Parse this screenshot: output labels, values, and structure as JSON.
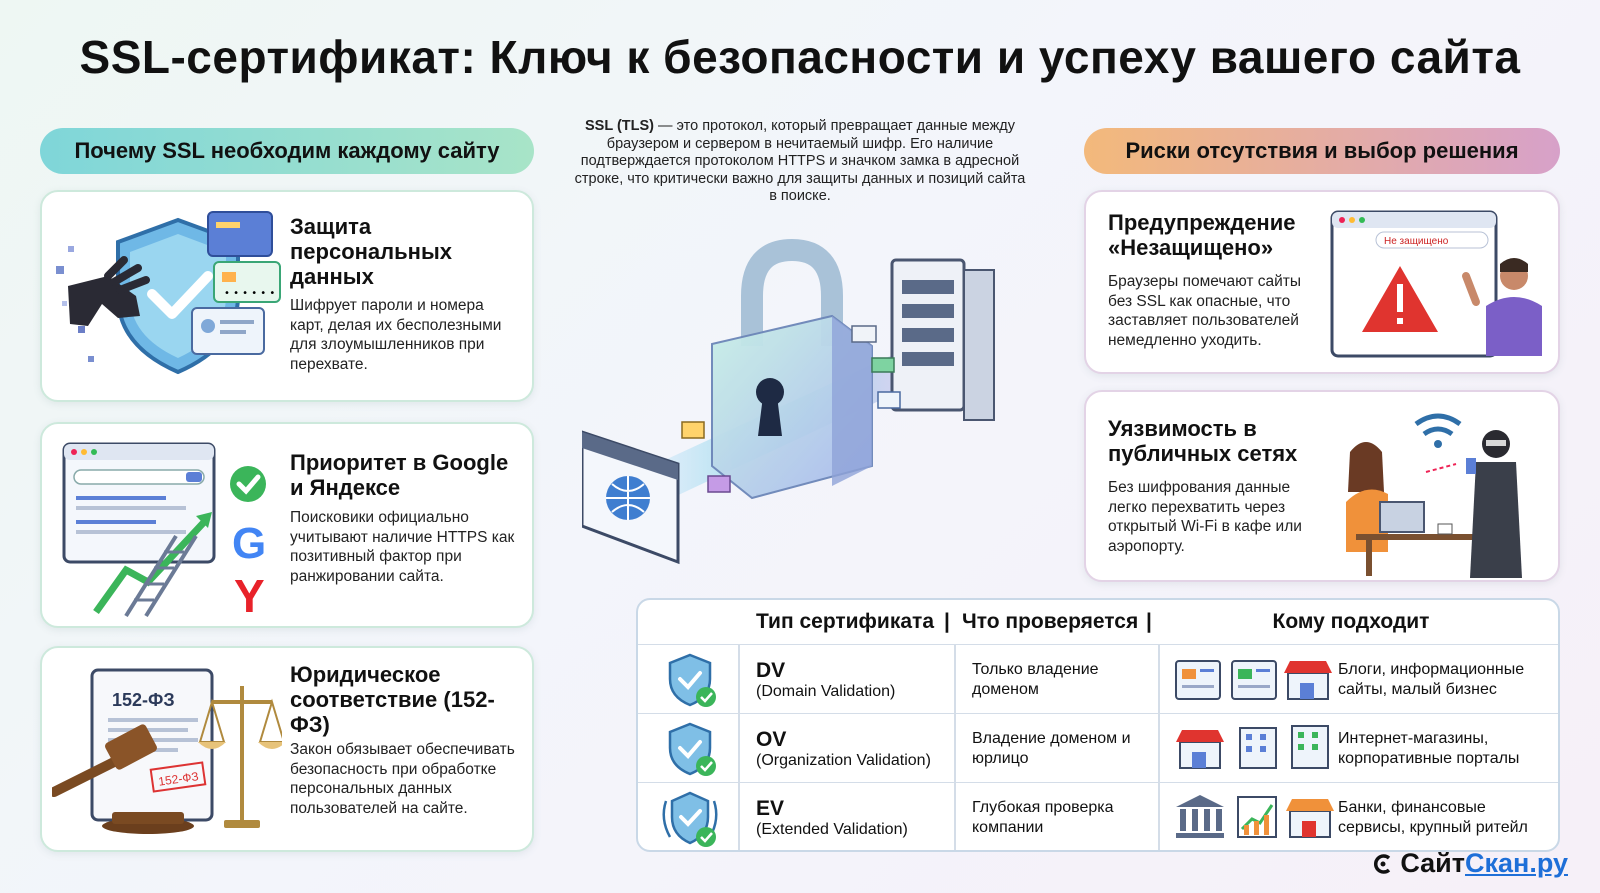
{
  "title": "SSL-сертификат: Ключ к безопасности и успеху вашего сайта",
  "left_heading": "Почему SSL необходим каждому сайту",
  "right_heading": "Риски отсутствия и выбор решения",
  "intro": {
    "lead": "SSL (TLS)",
    "text": " — это протокол, который превращает данные между браузером и сервером в нечитаемый шифр. Его наличие подтверждается протоколом HTTPS и значком замка в адресной строке, что критически важно для защиты данных и позиций сайта в поиске."
  },
  "benefits": [
    {
      "title": "Защита персональных данных",
      "text": "Шифрует пароли и номера карт, делая их бесполезными для злоумышленников при перехвате."
    },
    {
      "title": "Приоритет в Google и Яндексе",
      "text": "Поисковики официально учитывают наличие HTTPS как позитивный фактор при ранжировании сайта."
    },
    {
      "title": "Юридическое соответствие (152-ФЗ)",
      "text": "Закон обязывает обеспечивать безопасность при обработке персональных данных пользователей на сайте."
    }
  ],
  "risks": [
    {
      "title": "Предупреждение «Незащищено»",
      "text": "Браузеры помечают сайты без SSL как опасные, что заставляет пользователей немедленно уходить."
    },
    {
      "title": "Уязвимость в публичных сетях",
      "text": "Без шифрования данные легко перехватить через открытый Wi-Fi в кафе или аэропорту."
    }
  ],
  "art_labels": {
    "law_doc": "152-ФЗ",
    "law_stamp": "152-ФЗ",
    "browser_warning": "Не защищено"
  },
  "table": {
    "headers": [
      "Тип сертификата",
      "Что проверяется",
      "Кому подходит"
    ],
    "rows": [
      {
        "code": "DV",
        "name": "(Domain Validation)",
        "checks": "Только владение доменом",
        "fits": "Блоги, информационные сайты, малый бизнес"
      },
      {
        "code": "OV",
        "name": "(Organization Validation)",
        "checks": "Владение доменом и юрлицо",
        "fits": "Интернет-магазины, корпоративные порталы"
      },
      {
        "code": "EV",
        "name": "(Extended Validation)",
        "checks": "Глубокая проверка компании",
        "fits": "Банки, финансовые сервисы, крупный ритейл"
      }
    ]
  },
  "brand": {
    "part1": "Сайт",
    "part2": "Скан.ру"
  },
  "colors": {
    "accent_blue": "#1e6fd8",
    "check_green": "#3bb55a",
    "warning_red": "#e0342f",
    "yandex_red": "#e8222a"
  }
}
